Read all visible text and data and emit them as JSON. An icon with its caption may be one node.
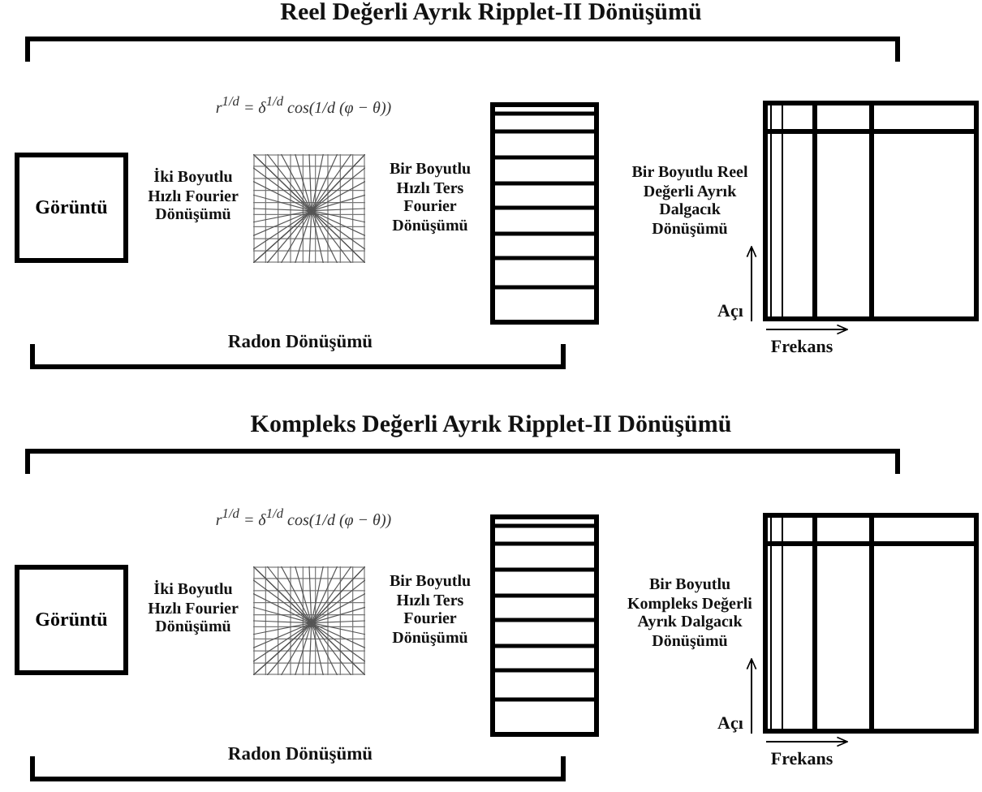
{
  "diagram": {
    "nodes": [
      {
        "text": [
          "Görüntü"
        ]
      },
      {
        "text": [],
        "shape": "grid"
      },
      {
        "text": [],
        "shape": "box"
      },
      {
        "text": [],
        "shape": "box"
      },
      {
        "text": [
          "Görüntü"
        ]
      },
      {
        "text": [],
        "shape": "grid"
      },
      {
        "text": [],
        "shape": "box"
      },
      {
        "text": [],
        "shape": "box"
      }
    ],
    "labels": [
      "Reel Değerli Ayrık Ripplet-II Dönüşümü",
      "r$^{1/d}$ = δ$^{1/d}$ cos(1/d (φ − θ))",
      "İki Boyutlu Hızlı Fourier Dönüşümü",
      "Bir Boyutlu Hızlı Ters Fourier Dönüşümü",
      "Bir Boyutlu Reel Değerli Ayrık Dalgacık Dönüşümü",
      "Açı",
      "Frekans",
      "Radon Dönüşümü",
      "Kompleks Değerli Ayrık Ripplet-II Dönüşümü",
      "r$^{1/d}$ = δ$^{1/d}$ cos(1/d (φ − θ))",
      "İki Boyutlu Hızlı Fourier Dönüşümü",
      "Bir Boyutlu Hızlı Ters Fourier Dönüşümü",
      "Bir Boyutlu Kompleks Değerli Ayrık Dalgacık Dönüşümü",
      "Açı",
      "Frekans",
      "Radon Dönüşümü"
    ]
  }
}
